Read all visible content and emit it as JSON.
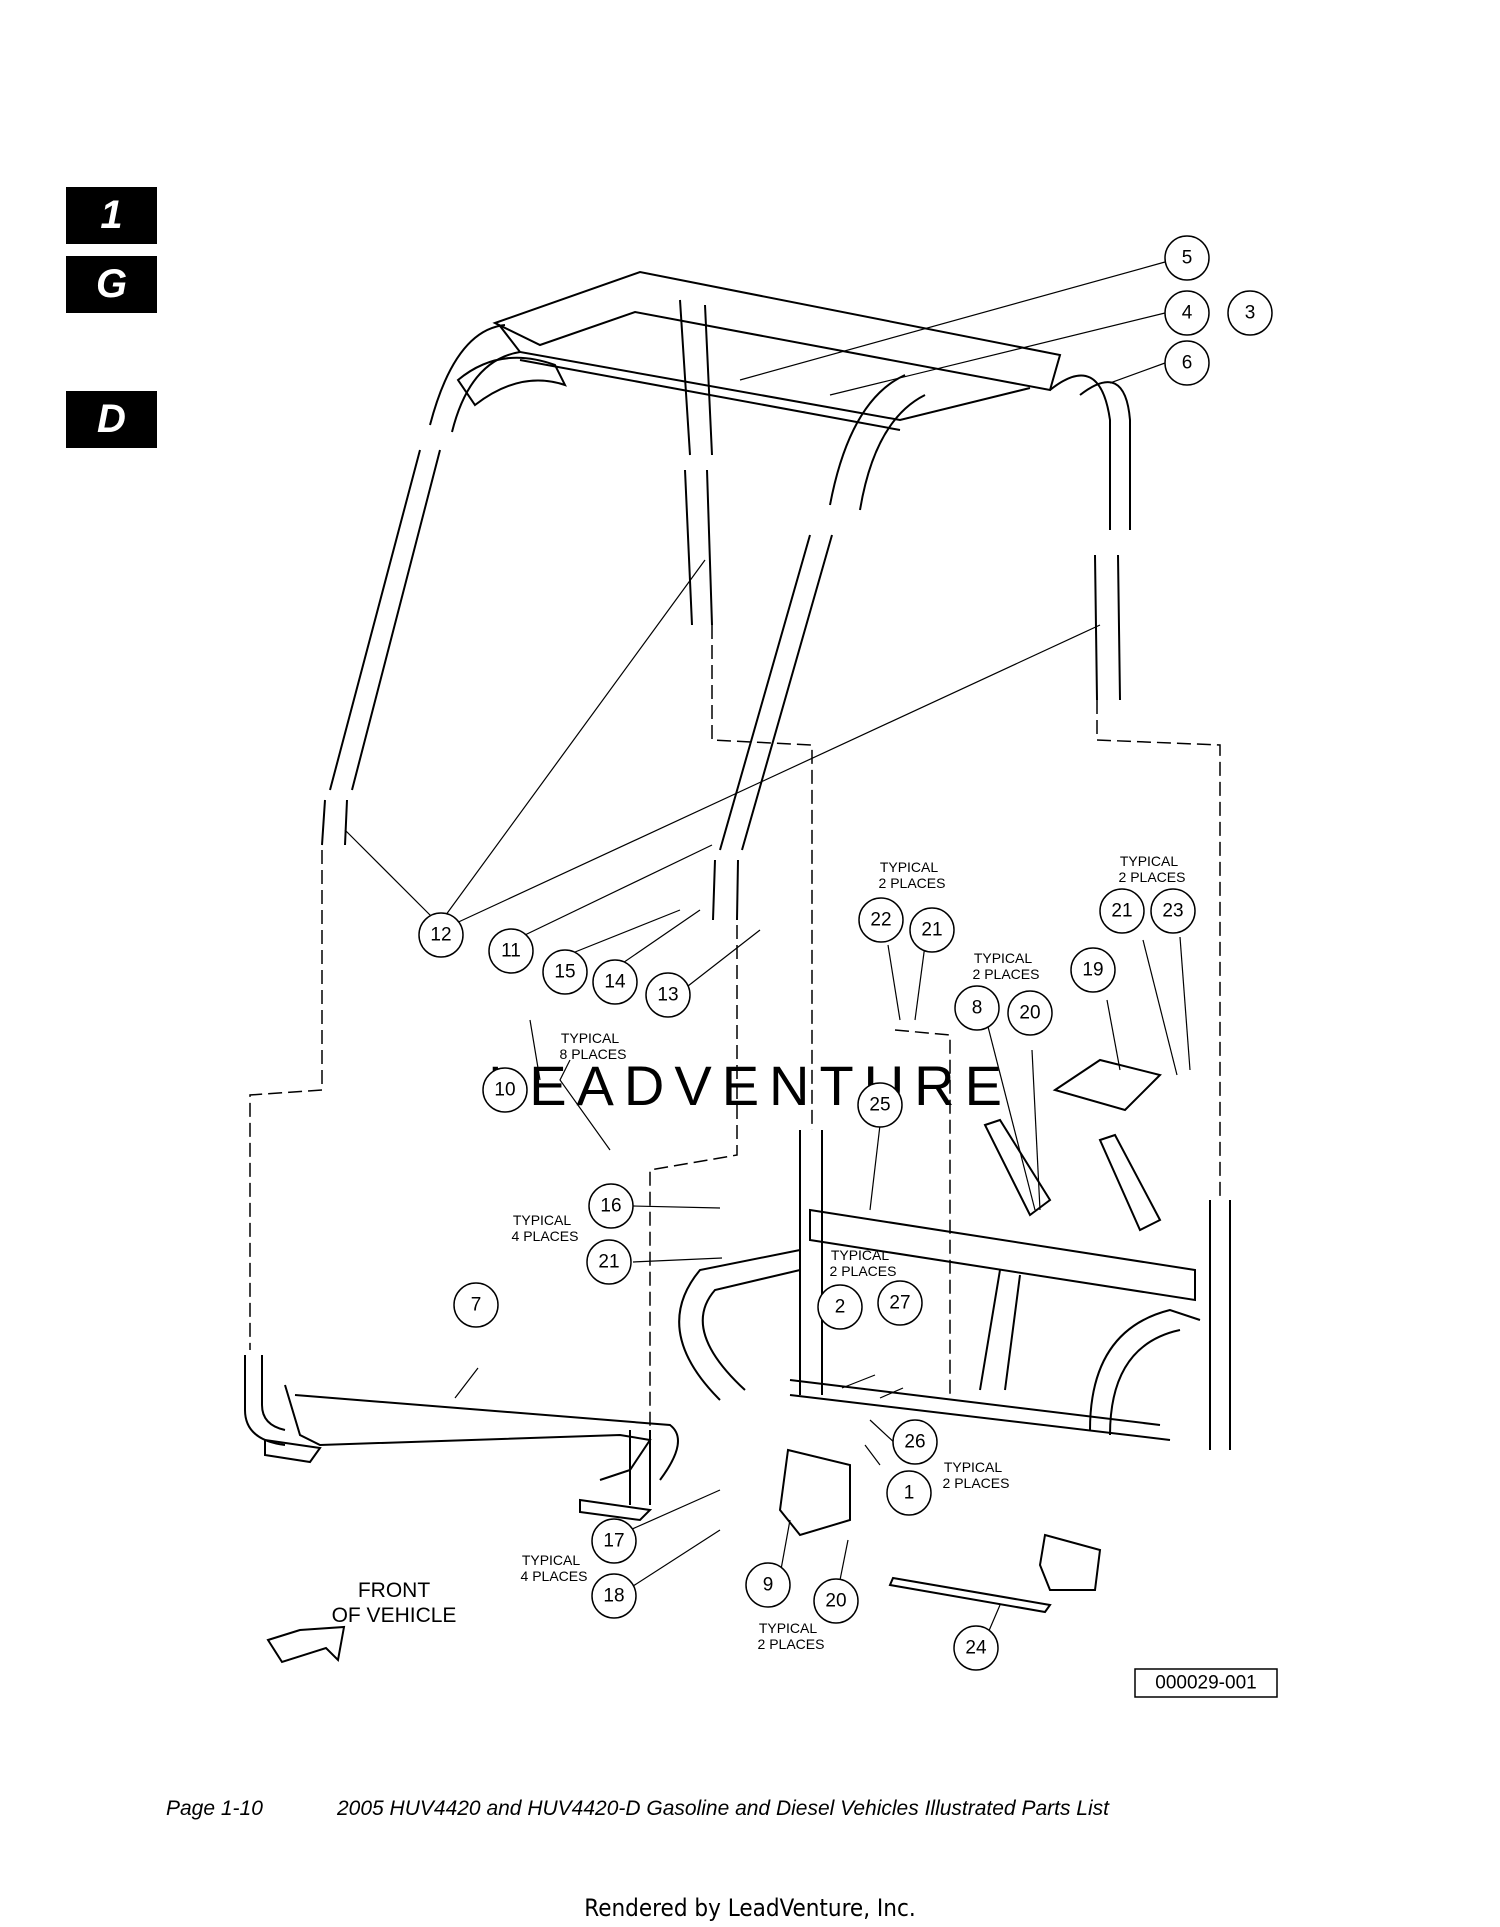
{
  "section_tabs": [
    "1",
    "G",
    "D"
  ],
  "callouts": [
    {
      "num": "5"
    },
    {
      "num": "4"
    },
    {
      "num": "3"
    },
    {
      "num": "6"
    },
    {
      "num": "12"
    },
    {
      "num": "11"
    },
    {
      "num": "15"
    },
    {
      "num": "14"
    },
    {
      "num": "13"
    },
    {
      "num": "10"
    },
    {
      "num": "22"
    },
    {
      "num": "21"
    },
    {
      "num": "8"
    },
    {
      "num": "20"
    },
    {
      "num": "19"
    },
    {
      "num": "21"
    },
    {
      "num": "23"
    },
    {
      "num": "25"
    },
    {
      "num": "16"
    },
    {
      "num": "21"
    },
    {
      "num": "7"
    },
    {
      "num": "2"
    },
    {
      "num": "27"
    },
    {
      "num": "26"
    },
    {
      "num": "1"
    },
    {
      "num": "17"
    },
    {
      "num": "18"
    },
    {
      "num": "9"
    },
    {
      "num": "20"
    },
    {
      "num": "24"
    }
  ],
  "notes": [
    {
      "lines": [
        "TYPICAL",
        "2 PLACES"
      ]
    },
    {
      "lines": [
        "TYPICAL",
        "2 PLACES"
      ]
    },
    {
      "lines": [
        "TYPICAL",
        "2 PLACES"
      ]
    },
    {
      "lines": [
        "TYPICAL",
        "8 PLACES"
      ]
    },
    {
      "lines": [
        "TYPICAL",
        "4 PLACES"
      ]
    },
    {
      "lines": [
        "TYPICAL",
        "2 PLACES"
      ]
    },
    {
      "lines": [
        "TYPICAL",
        "2 PLACES"
      ]
    },
    {
      "lines": [
        "TYPICAL",
        "4 PLACES"
      ]
    },
    {
      "lines": [
        "TYPICAL",
        "2 PLACES"
      ]
    }
  ],
  "front_label": [
    "FRONT",
    "OF VEHICLE"
  ],
  "figure_id": "000029-001",
  "watermark": "LEADVENTURE",
  "footer": {
    "page": "Page 1-10",
    "title": "2005 HUV4420 and HUV4420-D Gasoline and Diesel Vehicles Illustrated Parts List"
  },
  "rendered_by": "Rendered by LeadVenture, Inc."
}
